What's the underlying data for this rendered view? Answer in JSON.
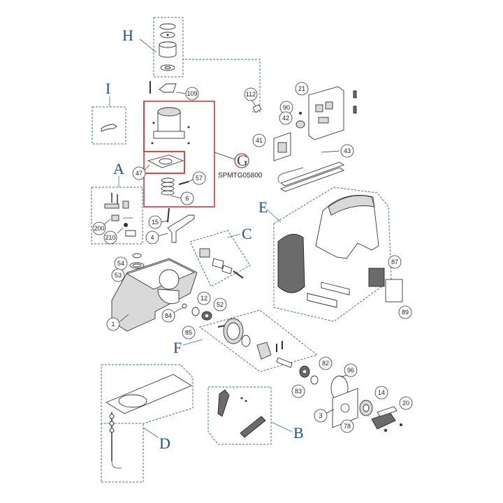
{
  "groups": {
    "A": "A",
    "B": "B",
    "C": "C",
    "D": "D",
    "E": "E",
    "F": "F",
    "G": "G",
    "H": "H",
    "I": "I"
  },
  "code_label": "SPMTG05800",
  "callouts": {
    "c1": "1",
    "c3": "3",
    "c4": "4",
    "c6": "6",
    "c12": "12",
    "c14": "14",
    "c15": "15",
    "c20": "20",
    "c21": "21",
    "c41": "41",
    "c42": "42",
    "c43": "43",
    "c47": "47",
    "c52": "52",
    "c53": "53",
    "c54": "54",
    "c57": "57",
    "c78": "78",
    "c82": "82",
    "c83": "83",
    "c84": "84",
    "c85": "85",
    "c87": "87",
    "c89": "89",
    "c90": "90",
    "c96": "96",
    "c109": "109",
    "c112": "112",
    "c200": "200",
    "c210": "210"
  },
  "colors": {
    "group_label": "#1f4e8c",
    "dashed_box": "#3b6ea5",
    "highlight": "#d42a2a"
  }
}
